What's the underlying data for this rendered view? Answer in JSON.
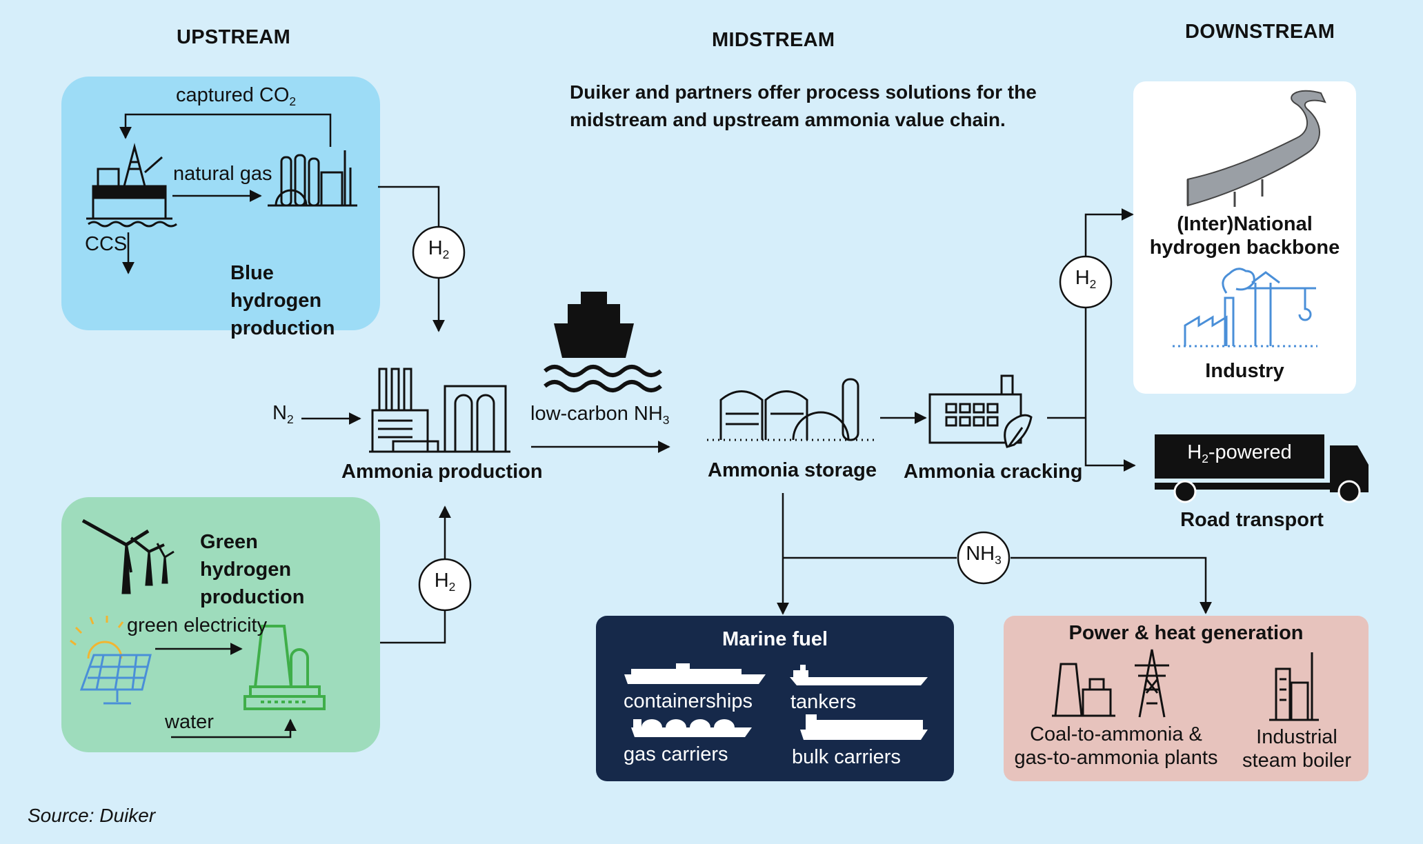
{
  "sections": {
    "upstream": "UPSTREAM",
    "midstream": "MIDSTREAM",
    "downstream": "DOWNSTREAM"
  },
  "intro_text": "Duiker and partners offer process solutions for the midstream and upstream ammonia value chain.",
  "blue_box": {
    "title": "Blue hydrogen production",
    "captured": "captured CO",
    "captured_sub": "2",
    "natural_gas": "natural gas",
    "ccs": "CCS"
  },
  "green_box": {
    "title": "Green hydrogen production",
    "electricity": "green electricity",
    "water": "water"
  },
  "flows": {
    "h2_main": "H",
    "h2_sub": "2",
    "n2_main": "N",
    "n2_sub": "2",
    "nh3_main": "NH",
    "nh3_sub": "3",
    "low_carbon": "low-carbon NH",
    "low_carbon_sub": "3"
  },
  "nodes": {
    "ammonia_production": "Ammonia production",
    "ammonia_storage": "Ammonia storage",
    "ammonia_cracking": "Ammonia cracking"
  },
  "downstream_box": {
    "backbone": "(Inter)National hydrogen backbone",
    "industry": "Industry"
  },
  "road": {
    "truck_main": "H",
    "truck_sub": "2",
    "truck_rest": "-powered",
    "label": "Road transport"
  },
  "marine": {
    "title": "Marine fuel",
    "containerships": "containerships",
    "tankers": "tankers",
    "gas_carriers": "gas carriers",
    "bulk_carriers": "bulk carriers"
  },
  "power": {
    "title": "Power & heat generation",
    "plants": "Coal-to-ammonia & gas-to-ammonia plants",
    "boiler": "Industrial steam boiler"
  },
  "source": "Source: Duiker",
  "colors": {
    "background": "#d6eefa",
    "blue_box": "#9ddcf6",
    "green_box": "#9edcbc",
    "marine_box": "#16294a",
    "power_box": "#e7c3bd",
    "green_icon": "#3fae49",
    "blue_icon": "#4a8fd8",
    "sun": "#f2b531"
  }
}
